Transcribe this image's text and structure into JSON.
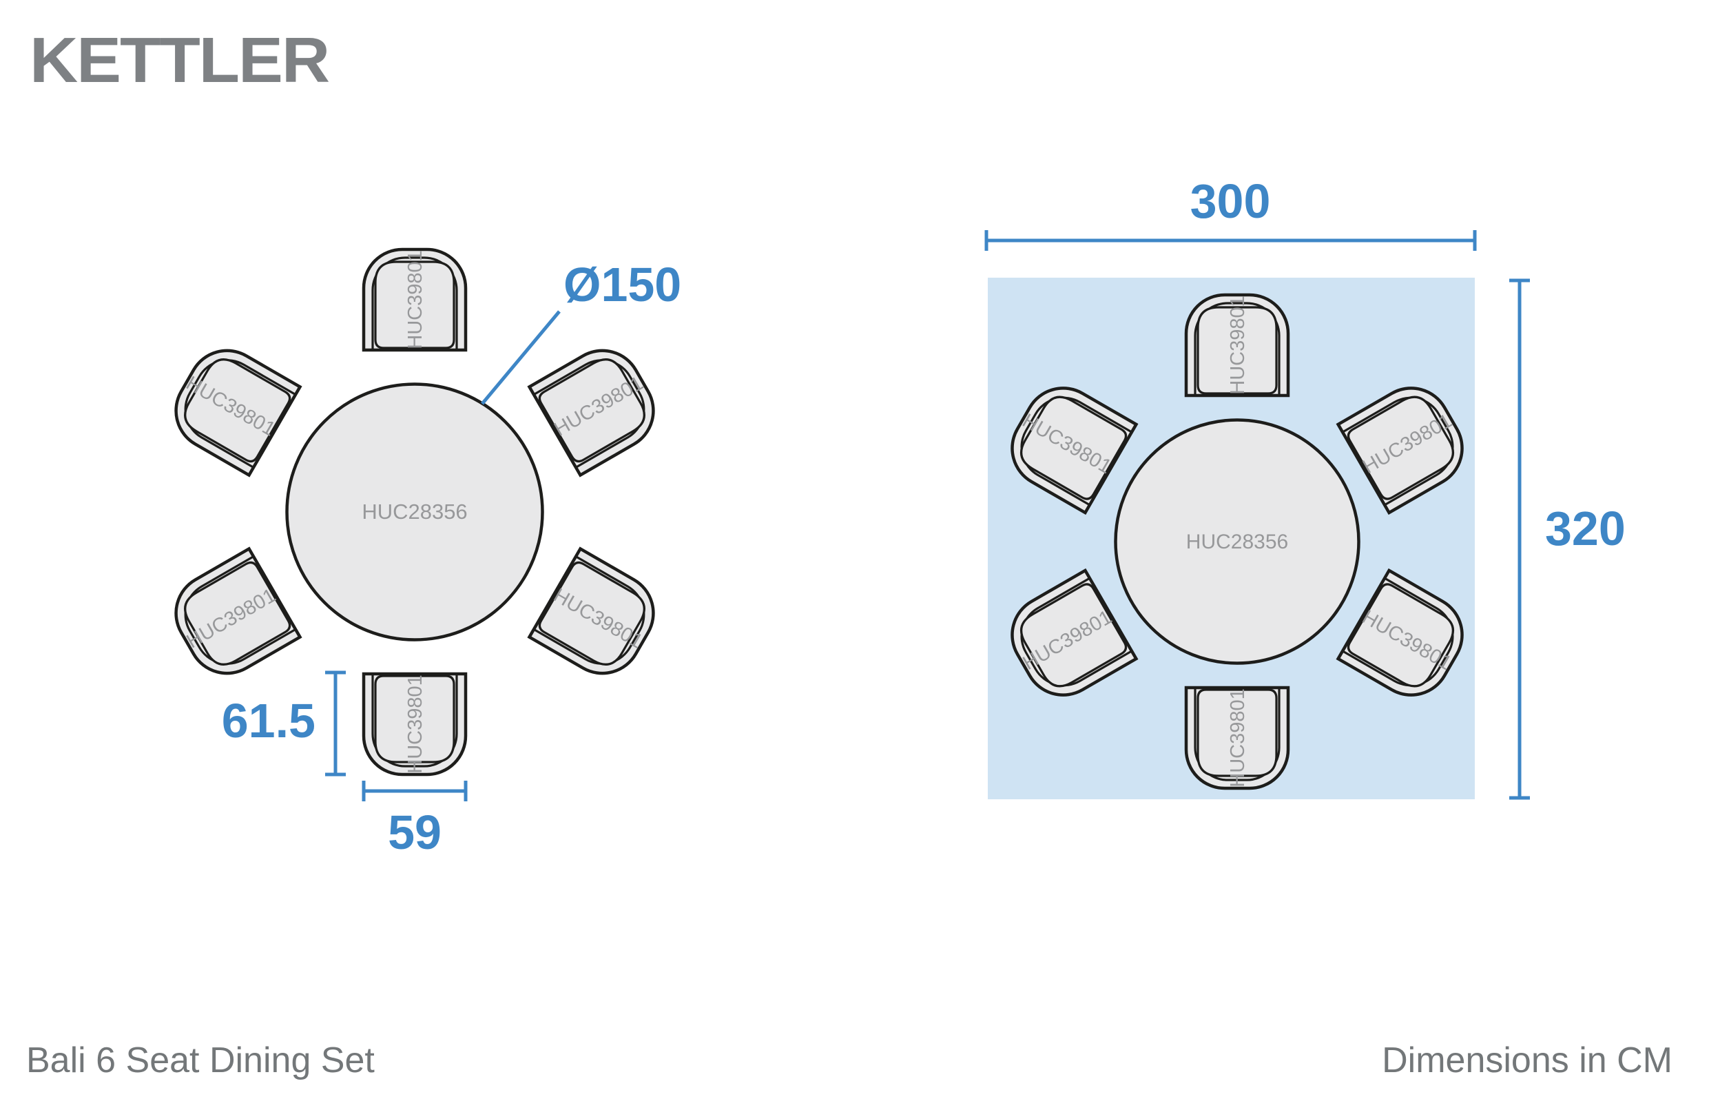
{
  "brand": {
    "logo_text": "KETTLER"
  },
  "parts": {
    "table": "HUC28356",
    "chair": "HUC39801"
  },
  "set": {
    "chair_count": 6
  },
  "dimensions": {
    "table_diameter": "Ø150",
    "chair_depth": "61.5",
    "chair_width": "59",
    "clearance_width": "300",
    "clearance_depth": "320"
  },
  "footer": {
    "product_name": "Bali 6 Seat Dining Set",
    "units_label": "Dimensions in CM"
  },
  "colors": {
    "accent": "#3e86c6",
    "clearance_fill": "#cfe3f3",
    "furniture_fill": "#e8e8e9",
    "outline": "#1d1d1b",
    "part_label": "#97989a",
    "logo": "#7e8184",
    "footer_text": "#737779"
  }
}
